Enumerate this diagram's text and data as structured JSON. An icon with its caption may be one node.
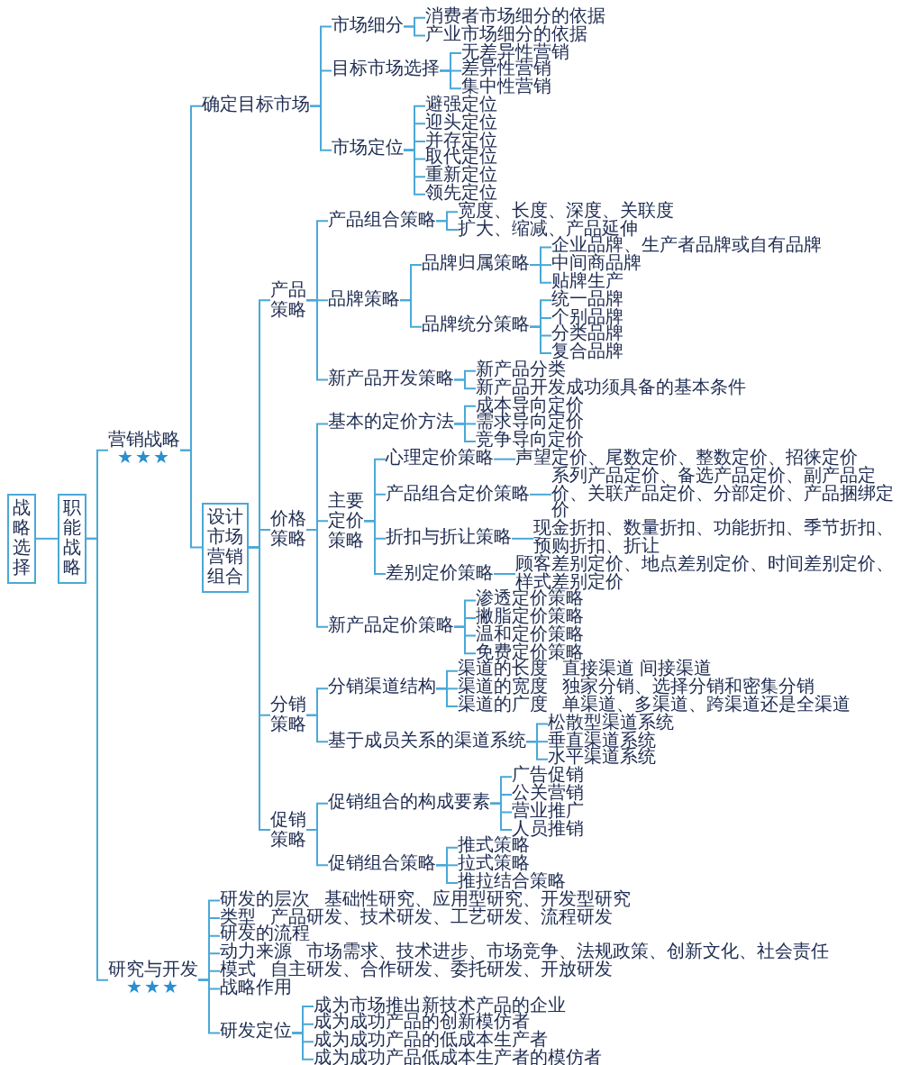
{
  "diagram": {
    "nodes": [
      {
        "text": [
          "战略选择"
        ]
      },
      {
        "text": [
          "职能战略"
        ]
      },
      {
        "text": [
          "营销战略",
          "★★★"
        ]
      },
      {
        "text": [
          "确定目标市场"
        ]
      },
      {
        "text": [
          "市场细分"
        ]
      },
      {
        "text": [
          "消费者市场细分的依据"
        ]
      },
      {
        "text": [
          "产业市场细分的依据"
        ]
      },
      {
        "text": [
          "目标市场选择"
        ]
      },
      {
        "text": [
          "无差异性营销"
        ]
      },
      {
        "text": [
          "差异性营销"
        ]
      },
      {
        "text": [
          "集中性营销"
        ]
      },
      {
        "text": [
          "市场定位"
        ]
      },
      {
        "text": [
          "避强定位"
        ]
      },
      {
        "text": [
          "迎头定位"
        ]
      },
      {
        "text": [
          "并存定位"
        ]
      },
      {
        "text": [
          "取代定位"
        ]
      },
      {
        "text": [
          "重新定位"
        ]
      },
      {
        "text": [
          "领先定位"
        ]
      },
      {
        "text": [
          "设计市场营销组合"
        ]
      },
      {
        "text": [
          "产品策略"
        ]
      },
      {
        "text": [
          "产品组合策略"
        ]
      },
      {
        "text": [
          "宽度、长度、深度、关联度"
        ]
      },
      {
        "text": [
          "扩大、缩减、产品延伸"
        ]
      },
      {
        "text": [
          "品牌策略"
        ]
      },
      {
        "text": [
          "品牌归属策略"
        ]
      },
      {
        "text": [
          "企业品牌、生产者品牌或自有品牌"
        ]
      },
      {
        "text": [
          "中间商品牌"
        ]
      },
      {
        "text": [
          "贴牌生产"
        ]
      },
      {
        "text": [
          "品牌统分策略"
        ]
      },
      {
        "text": [
          "统一品牌"
        ]
      },
      {
        "text": [
          "个别品牌"
        ]
      },
      {
        "text": [
          "分类品牌"
        ]
      },
      {
        "text": [
          "复合品牌"
        ]
      },
      {
        "text": [
          "新产品开发策略"
        ]
      },
      {
        "text": [
          "新产品分类"
        ]
      },
      {
        "text": [
          "新产品开发成功须具备的基本条件"
        ]
      },
      {
        "text": [
          "价格策略"
        ]
      },
      {
        "text": [
          "基本的定价方法"
        ]
      },
      {
        "text": [
          "成本导向定价"
        ]
      },
      {
        "text": [
          "需求导向定价"
        ]
      },
      {
        "text": [
          "竞争导向定价"
        ]
      },
      {
        "text": [
          "主要定价策略"
        ]
      },
      {
        "text": [
          "心理定价策略"
        ]
      },
      {
        "text": [
          "声望定价、尾数定价、整数定价、招徕定价"
        ]
      },
      {
        "text": [
          "产品组合定价策略"
        ]
      },
      {
        "text": [
          "系列产品定价、备选产品定价、副产品定价、关联产品定价、分部定价、产品捆绑定价"
        ]
      },
      {
        "text": [
          "折扣与折让策略"
        ]
      },
      {
        "text": [
          "现金折扣、数量折扣、功能折扣、季节折扣、预购折扣、折让"
        ]
      },
      {
        "text": [
          "差别定价策略"
        ]
      },
      {
        "text": [
          "顾客差别定价、地点差别定价、时间差别定价、样式差别定价"
        ]
      },
      {
        "text": [
          "新产品定价策略"
        ]
      },
      {
        "text": [
          "渗透定价策略"
        ]
      },
      {
        "text": [
          "撇脂定价策略"
        ]
      },
      {
        "text": [
          "温和定价策略"
        ]
      },
      {
        "text": [
          "免费定价策略"
        ]
      },
      {
        "text": [
          "分销策略"
        ]
      },
      {
        "text": [
          "分销渠道结构"
        ]
      },
      {
        "text": [
          "渠道的长度",
          "直接渠道 间接渠道"
        ]
      },
      {
        "text": [
          "渠道的宽度",
          "独家分销、选择分销和密集分销"
        ]
      },
      {
        "text": [
          "渠道的广度",
          "单渠道、多渠道、跨渠道还是全渠道"
        ]
      },
      {
        "text": [
          "基于成员关系的渠道系统"
        ]
      },
      {
        "text": [
          "松散型渠道系统"
        ]
      },
      {
        "text": [
          "垂直渠道系统"
        ]
      },
      {
        "text": [
          "水平渠道系统"
        ]
      },
      {
        "text": [
          "促销策略"
        ]
      },
      {
        "text": [
          "促销组合的构成要素"
        ]
      },
      {
        "text": [
          "广告促销"
        ]
      },
      {
        "text": [
          "公关营销"
        ]
      },
      {
        "text": [
          "营业推广"
        ]
      },
      {
        "text": [
          "人员推销"
        ]
      },
      {
        "text": [
          "促销组合策略"
        ]
      },
      {
        "text": [
          "推式策略"
        ]
      },
      {
        "text": [
          "拉式策略"
        ]
      },
      {
        "text": [
          "推拉结合策略"
        ]
      },
      {
        "text": [
          "研究与开发",
          "★★★"
        ]
      },
      {
        "text": [
          "研发的层次",
          "基础性研究、应用型研究、开发型研究"
        ]
      },
      {
        "text": [
          "类型",
          "产品研发、技术研发、工艺研发、流程研发"
        ]
      },
      {
        "text": [
          "研发的流程"
        ]
      },
      {
        "text": [
          "动力来源",
          "市场需求、技术进步、市场竞争、法规政策、创新文化、社会责任"
        ]
      },
      {
        "text": [
          "模式",
          "自主研发、合作研发、委托研发、开放研发"
        ]
      },
      {
        "text": [
          "战略作用"
        ]
      },
      {
        "text": [
          "研发定位"
        ]
      },
      {
        "text": [
          "成为市场推出新技术产品的企业"
        ]
      },
      {
        "text": [
          "成为成功产品的创新模仿者"
        ]
      },
      {
        "text": [
          "成为成功产品的低成本生产者"
        ]
      },
      {
        "text": [
          "成为成功产品低成本生产者的模仿者"
        ]
      }
    ],
    "edges": [
      {
        "from": 0,
        "to": 1,
        "arrow": "none"
      },
      {
        "from": 1,
        "to": 2,
        "arrow": "none"
      },
      {
        "from": 2,
        "to": 3,
        "arrow": "none"
      },
      {
        "from": 3,
        "to": 4,
        "arrow": "none"
      },
      {
        "from": 4,
        "to": 5,
        "arrow": "none"
      },
      {
        "from": 4,
        "to": 6,
        "arrow": "none"
      },
      {
        "from": 3,
        "to": 7,
        "arrow": "none"
      },
      {
        "from": 7,
        "to": 8,
        "arrow": "none"
      },
      {
        "from": 7,
        "to": 9,
        "arrow": "none"
      },
      {
        "from": 7,
        "to": 10,
        "arrow": "none"
      },
      {
        "from": 3,
        "to": 11,
        "arrow": "none"
      },
      {
        "from": 11,
        "to": 12,
        "arrow": "none"
      },
      {
        "from": 11,
        "to": 13,
        "arrow": "none"
      },
      {
        "from": 11,
        "to": 14,
        "arrow": "none"
      },
      {
        "from": 11,
        "to": 15,
        "arrow": "none"
      },
      {
        "from": 11,
        "to": 16,
        "arrow": "none"
      },
      {
        "from": 11,
        "to": 17,
        "arrow": "none"
      },
      {
        "from": 2,
        "to": 18,
        "arrow": "none"
      },
      {
        "from": 18,
        "to": 19,
        "arrow": "none"
      },
      {
        "from": 19,
        "to": 20,
        "arrow": "none"
      },
      {
        "from": 20,
        "to": 21,
        "arrow": "none"
      },
      {
        "from": 20,
        "to": 22,
        "arrow": "none"
      },
      {
        "from": 19,
        "to": 23,
        "arrow": "none"
      },
      {
        "from": 23,
        "to": 24,
        "arrow": "none"
      },
      {
        "from": 24,
        "to": 25,
        "arrow": "none"
      },
      {
        "from": 24,
        "to": 26,
        "arrow": "none"
      },
      {
        "from": 24,
        "to": 27,
        "arrow": "none"
      },
      {
        "from": 23,
        "to": 28,
        "arrow": "none"
      },
      {
        "from": 28,
        "to": 29,
        "arrow": "none"
      },
      {
        "from": 28,
        "to": 30,
        "arrow": "none"
      },
      {
        "from": 28,
        "to": 31,
        "arrow": "none"
      },
      {
        "from": 28,
        "to": 32,
        "arrow": "none"
      },
      {
        "from": 19,
        "to": 33,
        "arrow": "none"
      },
      {
        "from": 33,
        "to": 34,
        "arrow": "none"
      },
      {
        "from": 33,
        "to": 35,
        "arrow": "none"
      },
      {
        "from": 18,
        "to": 36,
        "arrow": "none"
      },
      {
        "from": 36,
        "to": 37,
        "arrow": "none"
      },
      {
        "from": 37,
        "to": 38,
        "arrow": "none"
      },
      {
        "from": 37,
        "to": 39,
        "arrow": "none"
      },
      {
        "from": 37,
        "to": 40,
        "arrow": "none"
      },
      {
        "from": 36,
        "to": 41,
        "arrow": "none"
      },
      {
        "from": 41,
        "to": 42,
        "arrow": "none"
      },
      {
        "from": 42,
        "to": 43,
        "arrow": "none"
      },
      {
        "from": 41,
        "to": 44,
        "arrow": "none"
      },
      {
        "from": 44,
        "to": 45,
        "arrow": "none"
      },
      {
        "from": 41,
        "to": 46,
        "arrow": "none"
      },
      {
        "from": 46,
        "to": 47,
        "arrow": "none"
      },
      {
        "from": 41,
        "to": 48,
        "arrow": "none"
      },
      {
        "from": 48,
        "to": 49,
        "arrow": "none"
      },
      {
        "from": 36,
        "to": 50,
        "arrow": "none"
      },
      {
        "from": 50,
        "to": 51,
        "arrow": "none"
      },
      {
        "from": 50,
        "to": 52,
        "arrow": "none"
      },
      {
        "from": 50,
        "to": 53,
        "arrow": "none"
      },
      {
        "from": 50,
        "to": 54,
        "arrow": "none"
      },
      {
        "from": 18,
        "to": 55,
        "arrow": "none"
      },
      {
        "from": 55,
        "to": 56,
        "arrow": "none"
      },
      {
        "from": 56,
        "to": 57,
        "arrow": "none"
      },
      {
        "from": 56,
        "to": 58,
        "arrow": "none"
      },
      {
        "from": 56,
        "to": 59,
        "arrow": "none"
      },
      {
        "from": 55,
        "to": 60,
        "arrow": "none"
      },
      {
        "from": 60,
        "to": 61,
        "arrow": "none"
      },
      {
        "from": 60,
        "to": 62,
        "arrow": "none"
      },
      {
        "from": 60,
        "to": 63,
        "arrow": "none"
      },
      {
        "from": 18,
        "to": 64,
        "arrow": "none"
      },
      {
        "from": 64,
        "to": 65,
        "arrow": "none"
      },
      {
        "from": 65,
        "to": 66,
        "arrow": "none"
      },
      {
        "from": 65,
        "to": 67,
        "arrow": "none"
      },
      {
        "from": 65,
        "to": 68,
        "arrow": "none"
      },
      {
        "from": 65,
        "to": 69,
        "arrow": "none"
      },
      {
        "from": 64,
        "to": 70,
        "arrow": "none"
      },
      {
        "from": 70,
        "to": 71,
        "arrow": "none"
      },
      {
        "from": 70,
        "to": 72,
        "arrow": "none"
      },
      {
        "from": 70,
        "to": 73,
        "arrow": "none"
      },
      {
        "from": 1,
        "to": 74,
        "arrow": "none"
      },
      {
        "from": 74,
        "to": 75,
        "arrow": "none"
      },
      {
        "from": 74,
        "to": 76,
        "arrow": "none"
      },
      {
        "from": 74,
        "to": 77,
        "arrow": "none"
      },
      {
        "from": 74,
        "to": 78,
        "arrow": "none"
      },
      {
        "from": 74,
        "to": 79,
        "arrow": "none"
      },
      {
        "from": 74,
        "to": 80,
        "arrow": "none"
      },
      {
        "from": 74,
        "to": 81,
        "arrow": "none"
      },
      {
        "from": 81,
        "to": 82,
        "arrow": "none"
      },
      {
        "from": 81,
        "to": 83,
        "arrow": "none"
      },
      {
        "from": 81,
        "to": 84,
        "arrow": "none"
      },
      {
        "from": 81,
        "to": 85,
        "arrow": "none"
      }
    ]
  }
}
